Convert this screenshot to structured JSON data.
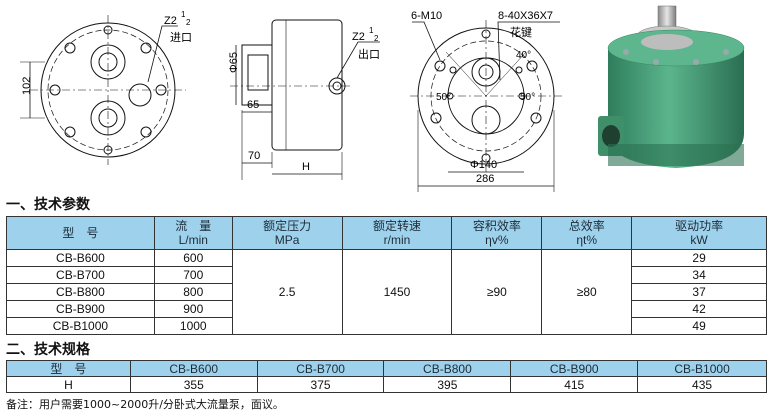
{
  "drawings": {
    "front": {
      "inlet_thread_label": "Z2",
      "inlet_fraction_num": "1",
      "inlet_fraction_den": "2",
      "inlet_label": "进口",
      "dim_left": "102"
    },
    "side": {
      "outlet_thread_label": "Z2",
      "outlet_fraction_num": "1",
      "outlet_fraction_den": "2",
      "outlet_label": "出口",
      "dim_phi": "Φ65",
      "dim_65": "65",
      "dim_70": "70",
      "dim_h": "H"
    },
    "shaft": {
      "bolt_label": "6-M10",
      "spline_label": "8-40X36X7",
      "spline_note": "花键",
      "angle_40": "40°",
      "angle_50_left": "50°",
      "angle_50_right": "50°",
      "dim_phi140": "Φ140",
      "dim_286": "286"
    }
  },
  "section1": {
    "title": "一、技术参数",
    "headers": [
      {
        "line1": "型　号",
        "line2": ""
      },
      {
        "line1": "流　量",
        "line2": "L/min"
      },
      {
        "line1": "额定压力",
        "line2": "MPa"
      },
      {
        "line1": "额定转速",
        "line2": "r/min"
      },
      {
        "line1": "容积效率",
        "line2": "ηv%"
      },
      {
        "line1": "总效率",
        "line2": "ηt%"
      },
      {
        "line1": "驱动功率",
        "line2": "kW"
      }
    ],
    "rows": [
      {
        "model": "CB-B600",
        "flow": "600",
        "power": "29"
      },
      {
        "model": "CB-B700",
        "flow": "700",
        "power": "34"
      },
      {
        "model": "CB-B800",
        "flow": "800",
        "power": "37"
      },
      {
        "model": "CB-B900",
        "flow": "900",
        "power": "42"
      },
      {
        "model": "CB-B1000",
        "flow": "1000",
        "power": "49"
      }
    ],
    "pressure": "2.5",
    "speed": "1450",
    "vol_eff": "≥90",
    "total_eff": "≥80"
  },
  "section2": {
    "title": "二、技术规格",
    "header_label": "型　号",
    "models": [
      "CB-B600",
      "CB-B700",
      "CB-B800",
      "CB-B900",
      "CB-B1000"
    ],
    "row_label": "H",
    "values": [
      "355",
      "375",
      "395",
      "415",
      "435"
    ]
  },
  "note": "备注：用户需要1000~2000升/分卧式大流量泵，面议。",
  "colors": {
    "header_bg": "#9ed2ec",
    "pump_green": "#3f9b74"
  }
}
